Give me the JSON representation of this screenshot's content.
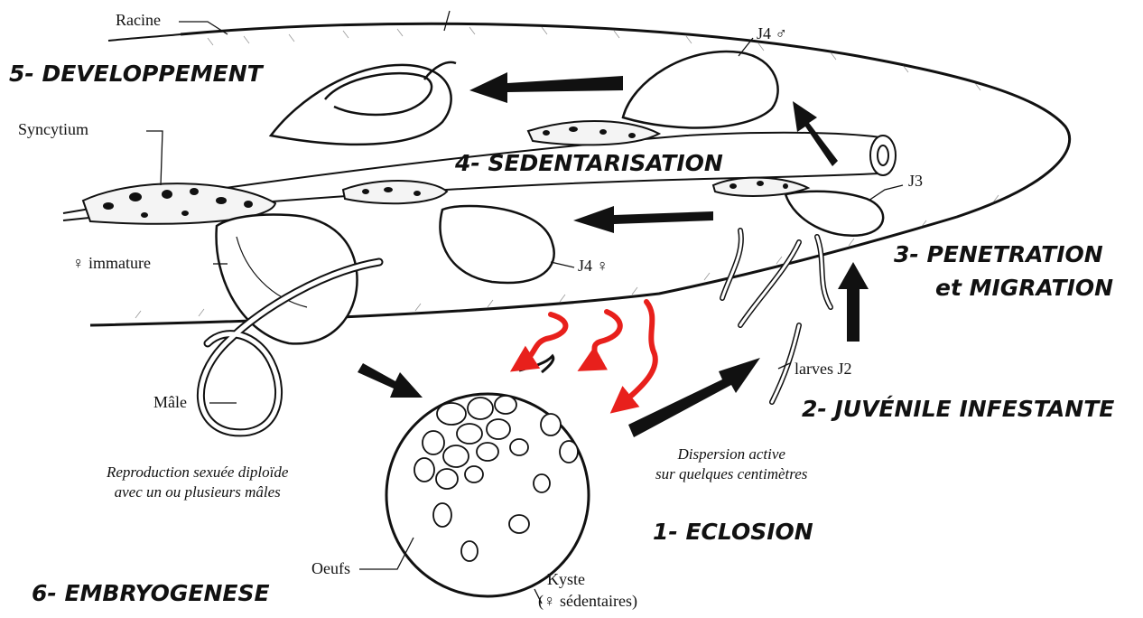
{
  "stages": {
    "s1": "1- ECLOSION",
    "s2": "2- JUVÉNILE INFESTANTE",
    "s3_line1": "3- PENETRATION",
    "s3_line2": "et MIGRATION",
    "s4": "4- SEDENTARISATION",
    "s5": "5- DEVELOPPEMENT",
    "s6": "6- EMBRYOGENESE"
  },
  "labels": {
    "racine": "Racine",
    "syncytium": "Syncytium",
    "j4_male": "J4 ♂",
    "j3": "J3",
    "j4_female": "J4 ♀",
    "female_immature": "♀ immature",
    "male": "Mâle",
    "larves_j2": "larves J2",
    "oeufs": "Oeufs",
    "kyste_line1": "Kyste",
    "kyste_line2": "(♀ sédentaires)"
  },
  "notes": {
    "reproduction_line1": "Reproduction sexuée diploïde",
    "reproduction_line2": "avec un ou plusieurs mâles",
    "dispersion_line1": "Dispersion active",
    "dispersion_line2": "sur quelques centimètres"
  },
  "colors": {
    "ink": "#111111",
    "hatching_signal": "#e8201c"
  }
}
